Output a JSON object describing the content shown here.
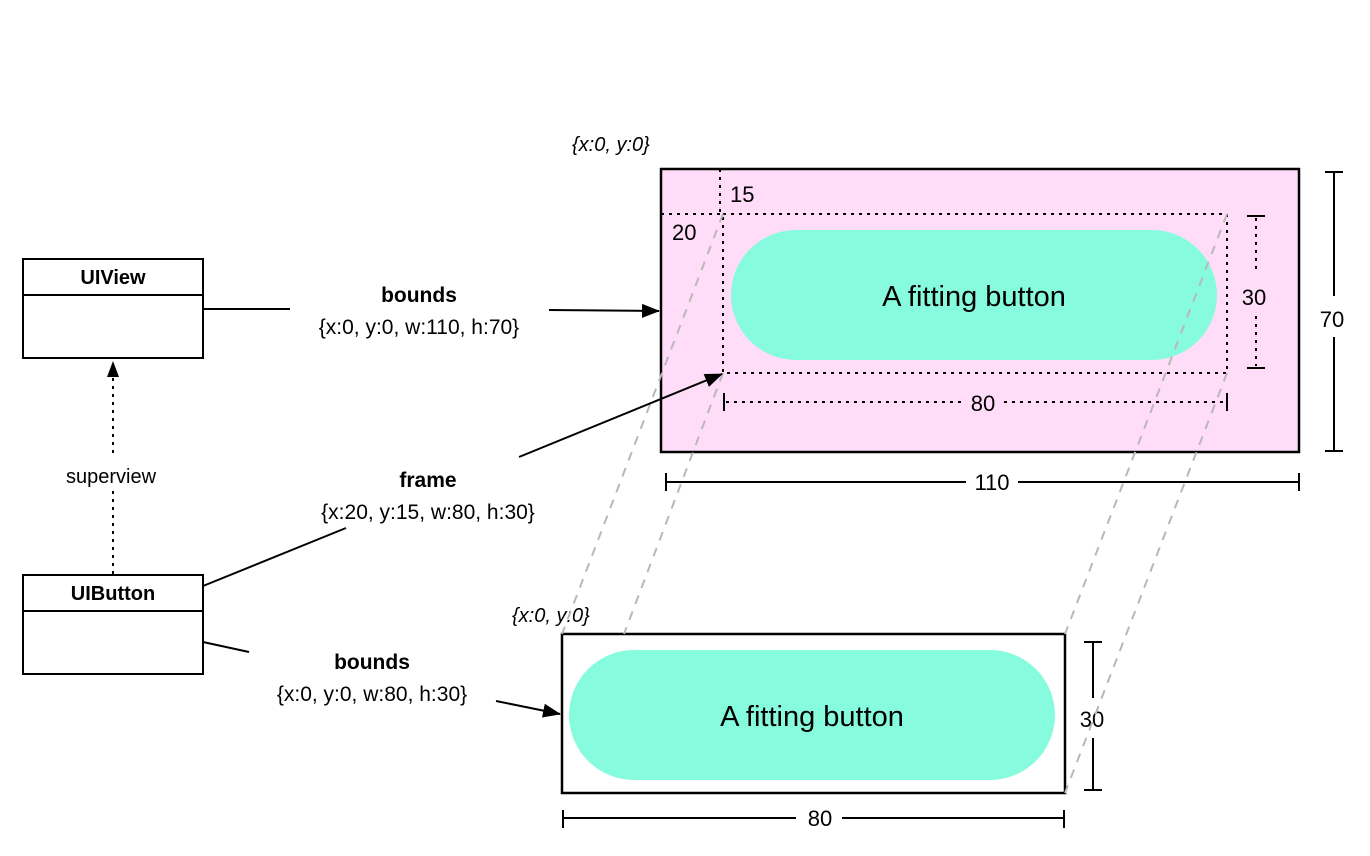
{
  "colors": {
    "view_fill": "#FFDDF8",
    "button_fill": "#87FBDE",
    "stroke": "#000000",
    "projection": "#B8B8B8",
    "background": "#FFFFFF"
  },
  "classes": {
    "uiview": {
      "title": "UIView"
    },
    "uibutton": {
      "title": "UIButton"
    }
  },
  "relations": {
    "superview": {
      "label": "superview"
    },
    "view_bounds": {
      "title": "bounds",
      "value": "{x:0, y:0, w:110, h:70}"
    },
    "button_frame": {
      "title": "frame",
      "value": "{x:20, y:15, w:80, h:30}"
    },
    "button_bounds": {
      "title": "bounds",
      "value": "{x:0, y:0, w:80, h:30}"
    }
  },
  "view_panel": {
    "origin_label": "{x:0, y:0}",
    "offset_y_label": "15",
    "offset_x_label": "20",
    "button_label": "A fitting button",
    "frame_height_label": "30",
    "frame_width_label": "80",
    "view_height_label": "70",
    "view_width_label": "110"
  },
  "button_panel": {
    "origin_label": "{x:0, y:0}",
    "button_label": "A fitting button",
    "height_label": "30",
    "width_label": "80"
  }
}
